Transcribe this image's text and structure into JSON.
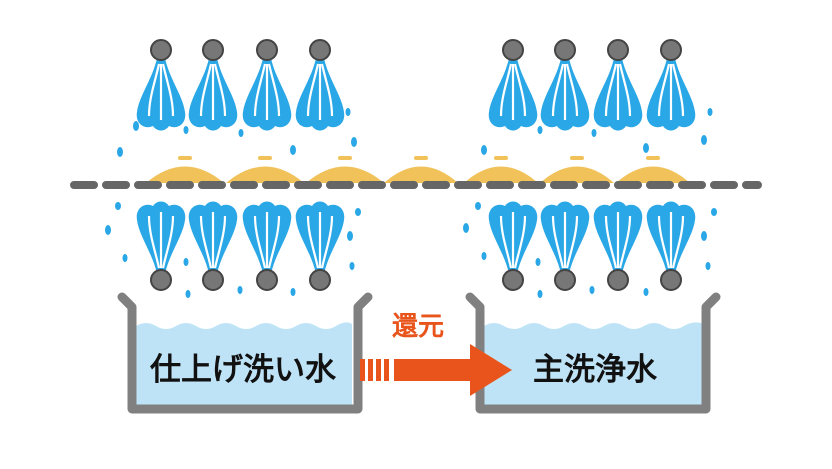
{
  "tanks": {
    "left": {
      "label": "仕上げ洗い水"
    },
    "right": {
      "label": "主洗浄水"
    }
  },
  "arrow": {
    "label": "還元"
  },
  "colors": {
    "water_spray": "#2aa7e6",
    "water_highlight": "#ffffff",
    "tank_water": "#bfe3f6",
    "tank_outline": "#808080",
    "nozzle": "#777777",
    "conveyor": "#666666",
    "dish": "#f2c25a",
    "arrow": "#e8541b",
    "text": "#111111"
  },
  "icons": [
    "nozzle-icon",
    "spray-icon",
    "dish-icon",
    "conveyor-line",
    "tank-icon",
    "arrow-icon"
  ]
}
